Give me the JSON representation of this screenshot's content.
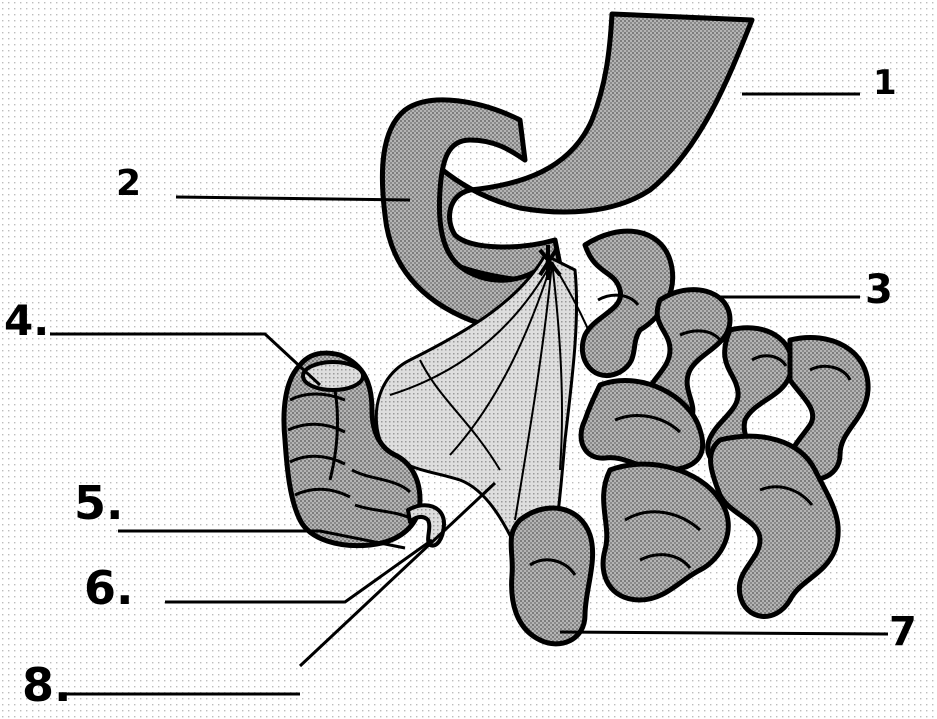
{
  "labels": {
    "l1": "1",
    "l2": "2",
    "l3": "3",
    "l4": "4.",
    "l5": "5.",
    "l6": "6.",
    "l7": "7",
    "l8": "8."
  },
  "colors": {
    "ink": "#000000",
    "organ_fill": "#a6a6a6",
    "mesentery_fill": "#cfcfcf",
    "dot_grid": "#bdbdbd",
    "background": "#ffffff"
  }
}
